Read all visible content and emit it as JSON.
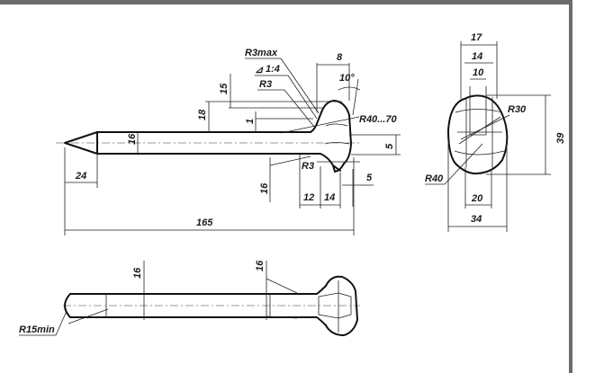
{
  "drawing": {
    "side_view": {
      "total_length": "165",
      "point_length": "24",
      "shank_dia": "16",
      "dim_18": "18",
      "dim_15": "15",
      "dim_1": "1",
      "dim_16_low": "16",
      "r3max": "R3max",
      "taper": "1:4",
      "r3_top": "R3",
      "r3_bottom": "R3",
      "dim_8": "8",
      "angle_10": "10°",
      "r40_70": "R40...70",
      "dim_5a": "5",
      "dim_5b": "5",
      "dim_12": "12",
      "dim_14": "14"
    },
    "end_view": {
      "dim_17": "17",
      "dim_14": "14",
      "dim_10": "10",
      "r30": "R30",
      "dim_39": "39",
      "r40": "R40",
      "dim_20": "20",
      "dim_34": "34"
    },
    "plan_view": {
      "dim_16a": "16",
      "dim_16b": "16",
      "r15min": "R15min"
    }
  }
}
